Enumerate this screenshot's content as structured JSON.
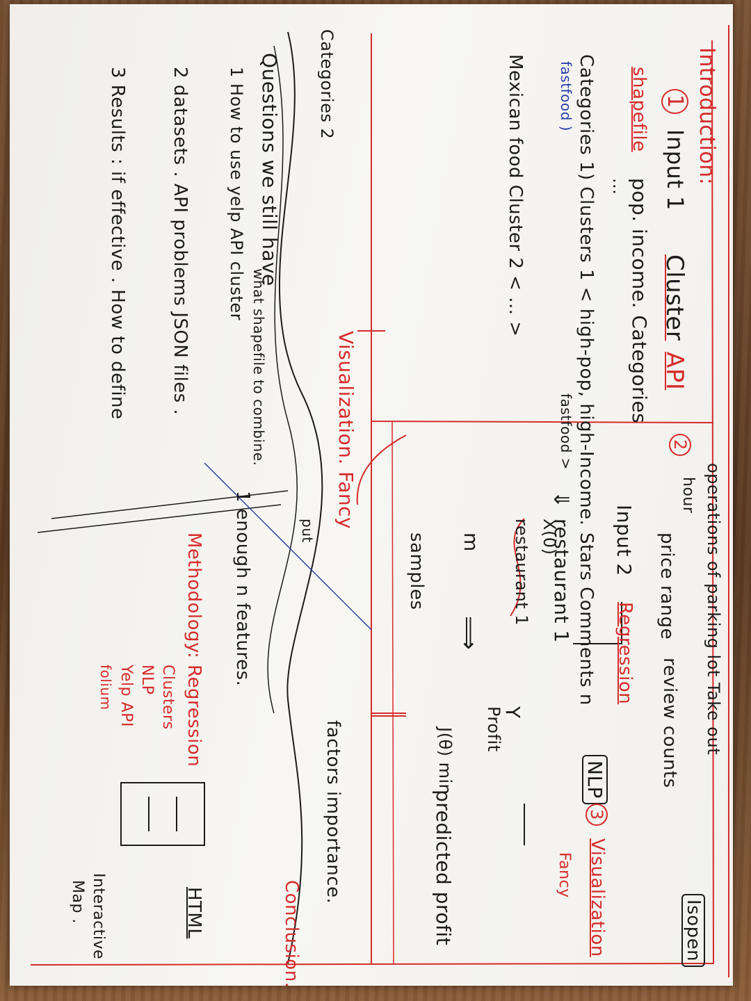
{
  "sheet": {
    "intro_title": "Introduction:",
    "step1_num": "1",
    "input1": "Input 1",
    "cluster": "Cluster",
    "api": "API",
    "shapefile": "shapefile",
    "pop_line": "pop. income. Categories",
    "dots": "...",
    "categories_line": "Categories 1) Clusters 1 < high-pop, high-Income.",
    "fastfood_a": "fastfood )",
    "fastfood_b": "fastfood >",
    "mexican_line": "Mexican food Cluster 2 < ... >",
    "restaurant1": "restaurant 1",
    "restaurant2": "restaurant 1",
    "visualization_fancy": "Visualization. Fancy",
    "m": "m",
    "samples": "samples",
    "step2_num": "2",
    "operations_line": "operations of parking lot Take out",
    "hour": "hour",
    "price_range": "price range",
    "review_counts": "review counts",
    "isopen": "Isopen",
    "input2": "Input 2",
    "regression": "Regression",
    "stars_comments": "Stars Comments n",
    "x0": "X(0)",
    "arrow_down": "⇓",
    "arrow_right": "⟹",
    "y": "Y",
    "profit": "Profit",
    "j_theta": "J(θ) min",
    "predicted_profit": "predicted profit",
    "nlp": "NLP",
    "step3_num": "3",
    "visualization_fancy2": "Visualization",
    "fancy": "Fancy",
    "factors_importance": "factors importance.",
    "conclusion": "Conclusion.",
    "categories_2": "Categories 2",
    "questions": "Questions we still have",
    "q1": "1 How to use yelp API cluster",
    "q1b": "what shapefile to combine.",
    "q1c": "put",
    "q1d": "1 enough n features.",
    "q2": "2 datasets . API problems JSON files .",
    "q3": "3 Results : if effective . How to define",
    "methodology": "Methodology: Regression",
    "clusters": "Clusters",
    "nlp_cn": "NLP",
    "yelp_api": "Yelp API",
    "folium": "folium",
    "html": "HTML",
    "interactive": "Interactive",
    "map": "Map ."
  }
}
